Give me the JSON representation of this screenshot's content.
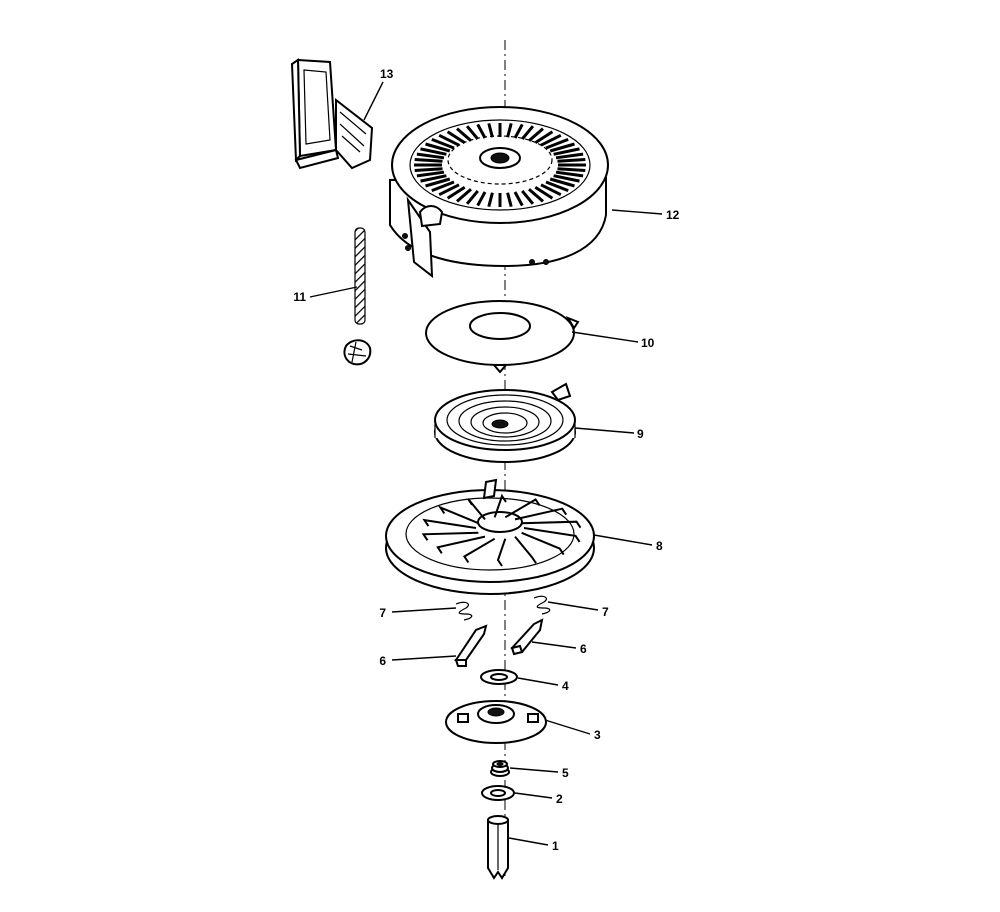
{
  "diagram": {
    "colors": {
      "ink": "#000000",
      "paper": "#ffffff"
    },
    "callouts": [
      {
        "id": "1",
        "label": "1"
      },
      {
        "id": "2",
        "label": "2"
      },
      {
        "id": "3",
        "label": "3"
      },
      {
        "id": "4",
        "label": "4"
      },
      {
        "id": "5",
        "label": "5"
      },
      {
        "id": "6a",
        "label": "6"
      },
      {
        "id": "6b",
        "label": "6"
      },
      {
        "id": "7a",
        "label": "7"
      },
      {
        "id": "7b",
        "label": "7"
      },
      {
        "id": "8",
        "label": "8"
      },
      {
        "id": "9",
        "label": "9"
      },
      {
        "id": "10",
        "label": "10"
      },
      {
        "id": "11",
        "label": "11"
      },
      {
        "id": "12",
        "label": "12"
      },
      {
        "id": "13",
        "label": "13"
      }
    ]
  }
}
